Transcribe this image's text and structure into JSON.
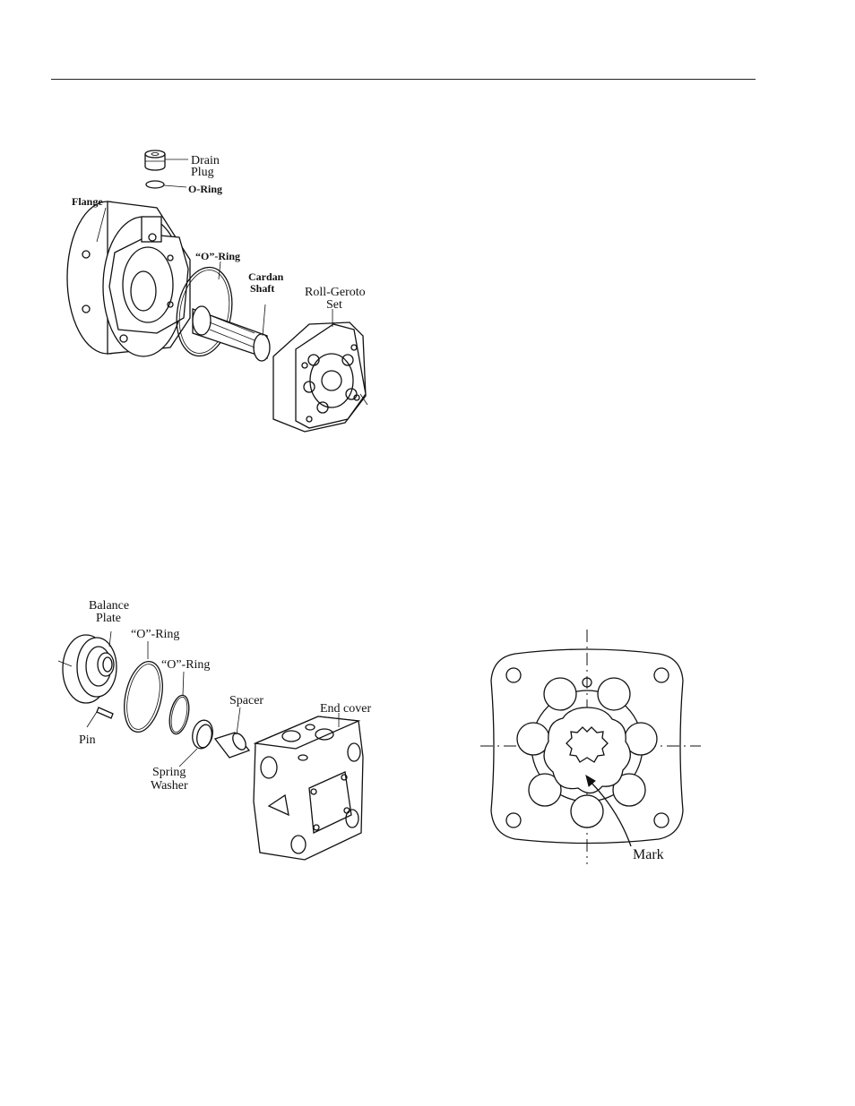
{
  "figure1": {
    "labels": {
      "drain_plug_line1": "Drain",
      "drain_plug_line2": "Plug",
      "o_ring": "O-Ring",
      "flange": "Flange",
      "o_ring_2": "“O”-Ring",
      "cardan_line1": "Cardan",
      "cardan_line2": "Shaft",
      "gerotor_line1": "Roll-Geroto",
      "gerotor_line2": "Set"
    }
  },
  "figure2": {
    "labels": {
      "balance_line1": "Balance",
      "balance_line2": "Plate",
      "o_ring_a": "“O”-Ring",
      "o_ring_b": "“O”-Ring",
      "spacer": "Spacer",
      "end_cover": "End cover",
      "pin": "Pin",
      "spring_line1": "Spring",
      "spring_line2": "Washer"
    }
  },
  "figure3": {
    "labels": {
      "mark": "Mark"
    }
  }
}
